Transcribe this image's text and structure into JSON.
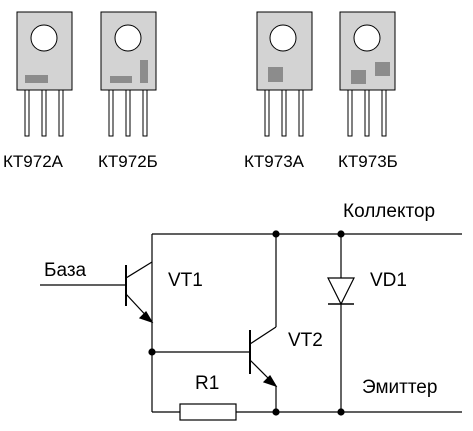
{
  "packages": [
    {
      "label": "КТ972А",
      "marking": "single-bar"
    },
    {
      "label": "КТ972Б",
      "marking": "bar-and-vertical"
    },
    {
      "label": "КТ973А",
      "marking": "single-square"
    },
    {
      "label": "КТ973Б",
      "marking": "two-squares"
    }
  ],
  "schematic": {
    "labels": {
      "collector": "Коллектор",
      "base": "База",
      "emitter": "Эмиттер",
      "vt1": "VT1",
      "vt2": "VT2",
      "vd1": "VD1",
      "r1": "R1"
    }
  },
  "colors": {
    "body": "#d3d3d3",
    "marking": "#8c8c8c",
    "line": "#000000",
    "background": "#ffffff"
  }
}
